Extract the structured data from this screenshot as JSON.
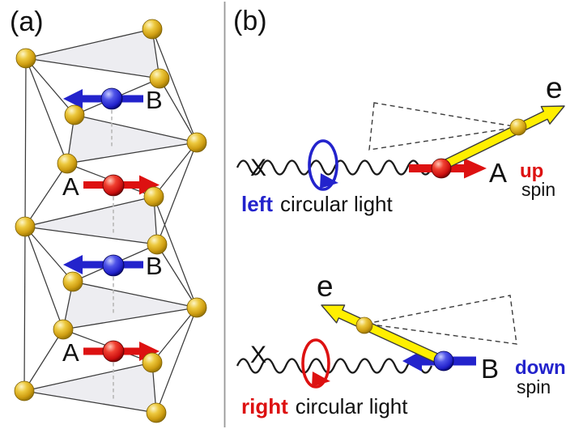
{
  "colors": {
    "red": "#dd1111",
    "blue": "#2323cc",
    "gold": "#d2a318",
    "yellow": "#ffef00",
    "face_gray": "#ededf1",
    "edge_gray": "#3b3b3b",
    "divider_gray": "#999999",
    "text_black": "#111111",
    "axis_dash_gray": "#b3b3b3",
    "wave_black": "#1a1a1a"
  },
  "panel_a": {
    "label": "(a)",
    "site_a_label": "A",
    "site_b_label": "B"
  },
  "panel_b": {
    "label": "(b)",
    "top": {
      "incident_label": "X",
      "light_word": "left",
      "light_rest": "circular light",
      "site_label": "A",
      "electron_label": "e",
      "spin_direction": "up",
      "spin_word": "spin"
    },
    "bottom": {
      "incident_label": "X",
      "light_word": "right",
      "light_rest": "circular light",
      "site_label": "B",
      "electron_label": "e",
      "spin_direction": "down",
      "spin_word": "spin"
    }
  }
}
